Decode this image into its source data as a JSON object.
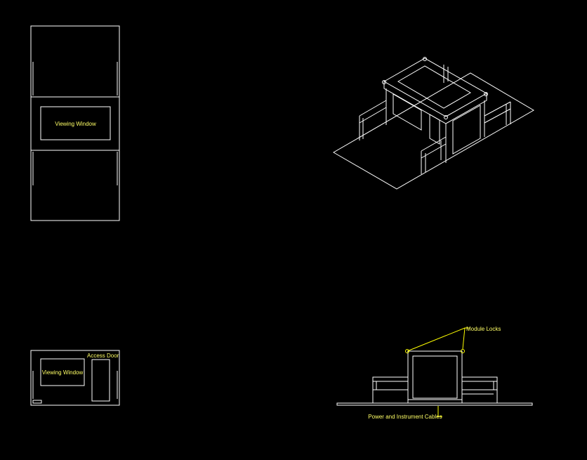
{
  "colors": {
    "background": "#000000",
    "linework": "#ffffff",
    "annotation": "#ffff00"
  },
  "views": {
    "top_plan": {
      "window_label": "Viewing Window"
    },
    "front_elevation": {
      "window_label": "Viewing Window",
      "door_label": "Access Door"
    },
    "side_elevation": {
      "locks_label": "Module Locks",
      "cables_label": "Power and Instrument Cables"
    }
  }
}
